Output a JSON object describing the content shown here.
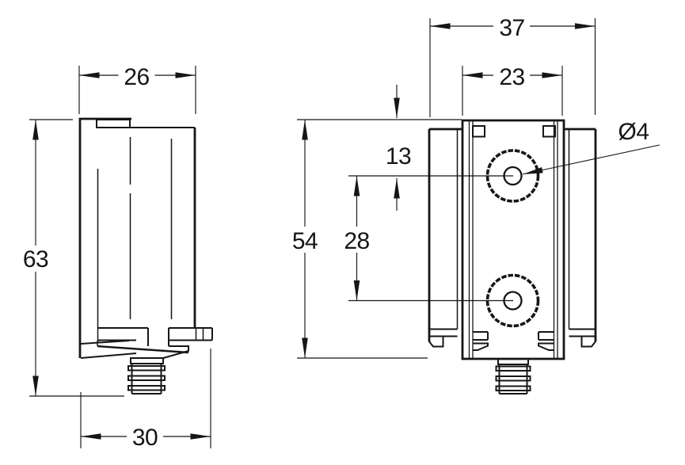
{
  "background": "#ffffff",
  "line_color": "#161616",
  "views": {
    "side_view": {
      "dimensions": {
        "top_width": "26",
        "height": "63",
        "bottom_width": "30"
      }
    },
    "front_view": {
      "dimensions": {
        "overall_width": "37",
        "body_width": "23",
        "hole_offset_from_top": "13",
        "height": "54",
        "hole_spacing": "28",
        "hole_diameter": "Ø4"
      }
    }
  }
}
